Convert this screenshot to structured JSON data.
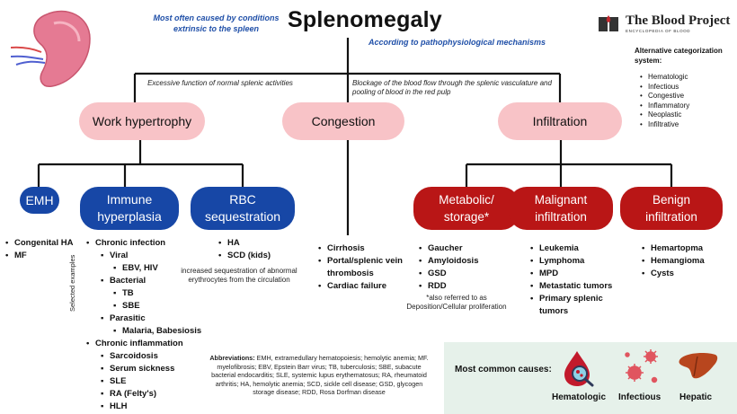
{
  "title": "Splenomegaly",
  "subtitle_left": "Most often caused by conditions extrinsic to the spleen",
  "subtitle_right": "According to pathophysiological mechanisms",
  "logo": {
    "title": "The Blood Project",
    "subtitle": "ENCYCLOPEDIA OF BLOOD"
  },
  "alternative": {
    "heading": "Alternative categorization system:",
    "items": [
      "Hematologic",
      "Infectious",
      "Congestive",
      "Inflammatory",
      "Neoplastic",
      "Infiltrative"
    ]
  },
  "branch_notes": {
    "work": "Excessive function of normal splenic activities",
    "congestion": "Blockage of the blood flow through the splenic vasculature and pooling of blood in the red pulp"
  },
  "categories": {
    "work": "Work hypertrophy",
    "congestion": "Congestion",
    "infiltration": "Infiltration"
  },
  "subcategories": {
    "emh": "EMH",
    "immune": "Immune hyperplasia",
    "rbc": "RBC sequestration",
    "metabolic": "Metabolic/ storage*",
    "malignant": "Malignant infiltration",
    "benign": "Benign infiltration"
  },
  "emh_list": [
    "Congenital HA",
    "MF"
  ],
  "selected_examples": "Selected examples",
  "immune_list": {
    "chronic_infection": "Chronic infection",
    "viral": "Viral",
    "viral_items": [
      "EBV, HIV"
    ],
    "bacterial": "Bacterial",
    "bacterial_items": [
      "TB",
      "SBE"
    ],
    "parasitic": "Parasitic",
    "parasitic_items": [
      "Malaria, Babesiosis"
    ],
    "chronic_inflammation": "Chronic inflammation",
    "inflammation_items": [
      "Sarcoidosis",
      "Serum sickness",
      "SLE",
      "RA (Felty's)",
      "HLH"
    ]
  },
  "rbc_list": [
    "HA",
    "SCD (kids)"
  ],
  "rbc_note": "increased sequestration of abnormal erythrocytes from the circulation",
  "congestion_list": [
    "Cirrhosis",
    "Portal/splenic vein thrombosis",
    "Cardiac failure"
  ],
  "metabolic_list": [
    "Gaucher",
    "Amyloidosis",
    "GSD",
    "RDD"
  ],
  "metabolic_note": "*also referred to as Deposition/Cellular proliferation",
  "malignant_list": [
    "Leukemia",
    "Lymphoma",
    "MPD",
    "Metastatic tumors",
    "Primary splenic tumors"
  ],
  "benign_list": [
    "Hemartopma",
    "Hemangioma",
    "Cysts"
  ],
  "abbreviations": {
    "label": "Abbreviations:",
    "text": " EMH, extramedullary hematopoiesis; hemolytic anemia; MF. myelofibrosis; EBV, Epstein Barr virus; TB, tuberculosis; SBE, subacute bacterial endocarditis; SLE, systemic lupus erythematosus; RA, rheumatoid arthritis; HA, hemolytic anemia; SCD, sickle cell disease; GSD, glycogen storage disease; RDD, Rosa Dorfman disease"
  },
  "common": {
    "label": "Most common causes:",
    "items": [
      {
        "label": "Hematologic",
        "icon": "blood-drop-icon"
      },
      {
        "label": "Infectious",
        "icon": "virus-icon"
      },
      {
        "label": "Hepatic",
        "icon": "liver-icon"
      }
    ]
  },
  "colors": {
    "pink": "#f8c3c7",
    "blue": "#1747a6",
    "red": "#b91616",
    "note_blue": "#1f4fa8",
    "box_green": "#e6f1ea"
  }
}
